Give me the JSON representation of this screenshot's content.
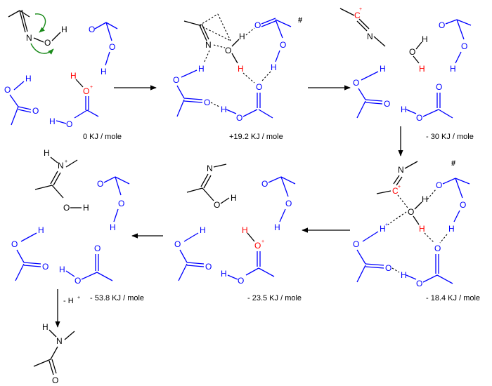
{
  "colors": {
    "acetic_acid": "#0000ff",
    "oxime_skeleton": "#000000",
    "highlight": "#ff0000",
    "curly_arrow": "#1a8a1a"
  },
  "atoms": {
    "N": "N",
    "O": "O",
    "H": "H",
    "C": "C",
    "plus": "+"
  },
  "transition_state_mark": "#",
  "stages": [
    {
      "id": "reactant_complex",
      "energy_label": "0 KJ / mole"
    },
    {
      "id": "ts1",
      "energy_label": "+19.2 KJ / mole"
    },
    {
      "id": "carbocation_intermediate",
      "energy_label": "- 30 KJ / mole"
    },
    {
      "id": "ts2",
      "energy_label": "- 18.4 KJ / mole"
    },
    {
      "id": "water_attack_product",
      "energy_label": "- 23.5 KJ / mole"
    },
    {
      "id": "protonated_amide_tautomer",
      "energy_label": "- 53.8 KJ / mole"
    },
    {
      "id": "final_amide",
      "energy_label": ""
    }
  ],
  "deprotonation_label": "- H",
  "deprotonation_charge": "+"
}
